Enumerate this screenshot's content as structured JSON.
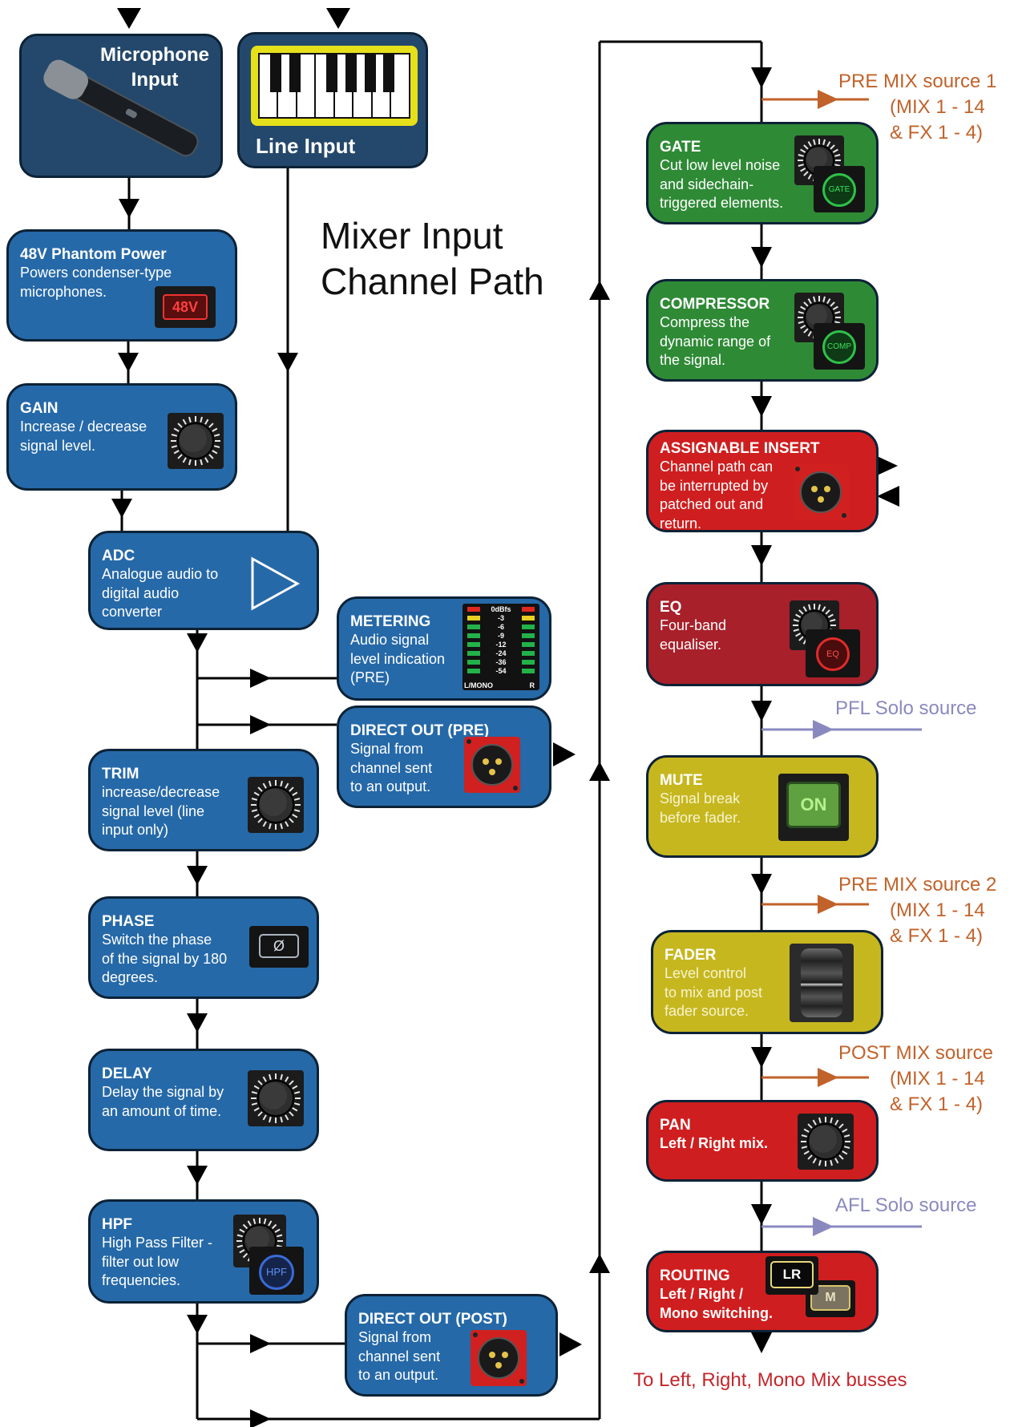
{
  "title": [
    "Mixer Input",
    "Channel Path"
  ],
  "inputs": {
    "microphone": [
      "Microphone",
      "Input"
    ],
    "line": "Line Input"
  },
  "left_blocks": [
    {
      "title": "48V Phantom Power",
      "desc": [
        "Powers condenser-type",
        "microphones."
      ],
      "button": "48V"
    },
    {
      "title": "GAIN",
      "desc": [
        "Increase / decrease",
        "signal level."
      ]
    },
    {
      "title": "ADC",
      "desc": [
        "Analogue audio to",
        "digital audio",
        "converter"
      ]
    },
    {
      "title": "TRIM",
      "desc": [
        "increase/decrease",
        "signal level (line",
        "input only)"
      ]
    },
    {
      "title": "PHASE",
      "desc": [
        "Switch the phase",
        "of the signal by 180",
        "degrees."
      ],
      "button": "Ø"
    },
    {
      "title": "DELAY",
      "desc": [
        "Delay the signal by",
        "an amount of time."
      ]
    },
    {
      "title": "HPF",
      "desc": [
        "High Pass Filter -",
        "filter out low",
        "frequencies."
      ],
      "button": "HPF"
    }
  ],
  "middle_blocks": [
    {
      "title": "METERING",
      "desc": [
        "Audio signal",
        "level indication",
        "(PRE)"
      ],
      "meter_labels": [
        "0dBfs",
        "-3",
        "-6",
        "-9",
        "-12",
        "-24",
        "-36",
        "-54"
      ],
      "meter_left": "L/MONO",
      "meter_right": "R"
    },
    {
      "title": "DIRECT OUT (PRE)",
      "desc": [
        "Signal from",
        "channel sent",
        "to an output."
      ]
    },
    {
      "title": "DIRECT OUT (POST)",
      "desc": [
        "Signal from",
        "channel sent",
        "to an output."
      ]
    }
  ],
  "right_blocks": [
    {
      "title": "GATE",
      "desc": [
        "Cut low level noise",
        "and sidechain-",
        "triggered elements."
      ],
      "button": "GATE",
      "color": "#2f8a36"
    },
    {
      "title": "COMPRESSOR",
      "desc": [
        "Compress the",
        "dynamic range of",
        "the signal."
      ],
      "button": "COMP",
      "color": "#2f8a36"
    },
    {
      "title": "ASSIGNABLE INSERT",
      "desc": [
        "Channel path can",
        "be interrupted by",
        "patched out and",
        "return."
      ],
      "color": "#cf1e1f"
    },
    {
      "title": "EQ",
      "desc": [
        "Four-band",
        "equaliser."
      ],
      "button": "EQ",
      "color": "#a8202a"
    },
    {
      "title": "MUTE",
      "desc": [
        "Signal break",
        "before fader."
      ],
      "button": "ON",
      "color": "#c6b71f"
    },
    {
      "title": "FADER",
      "desc": [
        "Level control",
        "to mix and post",
        "fader source."
      ],
      "color": "#c6b71f"
    },
    {
      "title": "PAN",
      "desc": [
        "Left / Right mix."
      ],
      "color": "#cf1e1f"
    },
    {
      "title": "ROUTING",
      "desc": [
        "Left / Right /",
        "Mono switching."
      ],
      "buttons": [
        "LR",
        "M"
      ],
      "color": "#cf1e1f"
    }
  ],
  "sources": [
    {
      "lines": [
        "PRE MIX source 1",
        "(MIX 1 - 14",
        "& FX 1 - 4)"
      ]
    },
    {
      "lines": [
        "PFL Solo source"
      ]
    },
    {
      "lines": [
        "PRE MIX source 2",
        "(MIX 1 - 14",
        "& FX 1 - 4)"
      ]
    },
    {
      "lines": [
        "POST MIX source",
        "(MIX 1 - 14",
        "& FX 1 - 4)"
      ]
    },
    {
      "lines": [
        "AFL Solo source"
      ]
    }
  ],
  "destination": "To Left, Right, Mono Mix busses",
  "colors": {
    "blue": "#2669a8",
    "green": "#2f8a36",
    "red": "#cf1e1f",
    "dark_red": "#a8202a",
    "yellow": "#c6b71f",
    "source_orange": "#c1622a",
    "solo_purple": "#8a89bf",
    "destination_red": "#c4262b"
  }
}
